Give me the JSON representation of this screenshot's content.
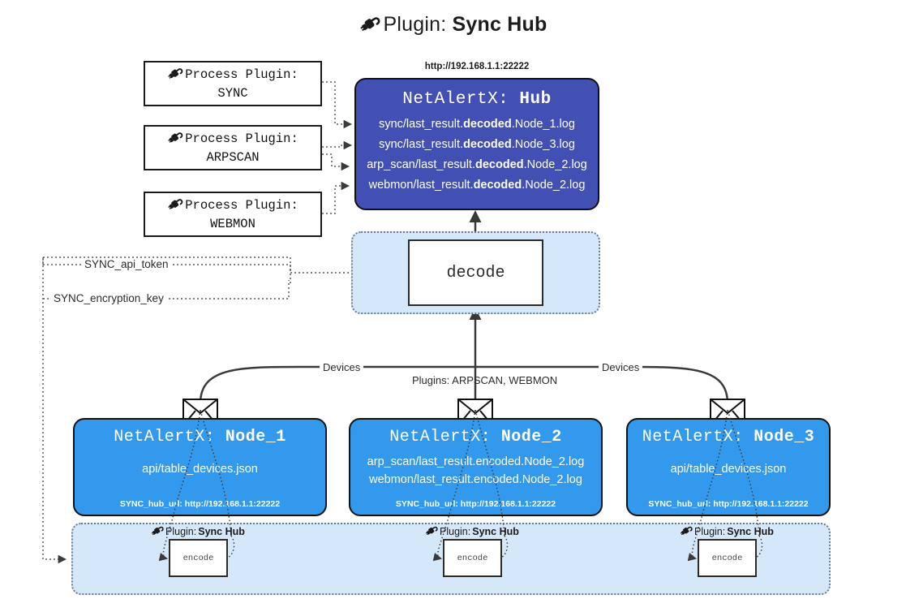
{
  "title": {
    "icon": "plug-icon",
    "prefix": "Plugin:",
    "name": "Sync Hub"
  },
  "process_plugins": [
    {
      "line1": "Process Plugin:",
      "line2": "SYNC",
      "icon": "plug-icon"
    },
    {
      "line1": "Process Plugin:",
      "line2": "ARPSCAN",
      "icon": "plug-icon"
    },
    {
      "line1": "Process Plugin:",
      "line2": "WEBMON",
      "icon": "plug-icon"
    }
  ],
  "hub": {
    "url_label": "http://192.168.1.1:22222",
    "title_prefix": "NetAlertX:",
    "title_name": "Hub",
    "logs": [
      {
        "pre": "sync/last_result.",
        "em": "decoded",
        "post": ".Node_1.log"
      },
      {
        "pre": "sync/last_result.",
        "em": "decoded",
        "post": ".Node_3.log"
      },
      {
        "pre": "arp_scan/last_result.",
        "em": "decoded",
        "post": ".Node_2.log"
      },
      {
        "pre": "webmon/last_result.",
        "em": "decoded",
        "post": ".Node_2.log"
      }
    ]
  },
  "decode": {
    "label": "decode"
  },
  "sync_params": [
    {
      "label": "SYNC_api_token"
    },
    {
      "label": "SYNC_encryption_key"
    }
  ],
  "edge_labels": {
    "devices_left": "Devices",
    "devices_right": "Devices",
    "plugins_center": "Plugins: ARPSCAN, WEBMON"
  },
  "nodes": [
    {
      "title_prefix": "NetAlertX:",
      "title_name": "Node_1",
      "lines": [
        "api/table_devices.json"
      ],
      "hub_url": "SYNC_hub_url: http://192.168.1.1:22222",
      "envelope_icon": "envelope-icon"
    },
    {
      "title_prefix": "NetAlertX:",
      "title_name": "Node_2",
      "lines": [
        "arp_scan/last_result.encoded.Node_2.log",
        "webmon/last_result.encoded.Node_2.log"
      ],
      "hub_url": "SYNC_hub_url: http://192.168.1.1:22222",
      "envelope_icon": "envelope-icon"
    },
    {
      "title_prefix": "NetAlertX:",
      "title_name": "Node_3",
      "lines": [
        "api/table_devices.json"
      ],
      "hub_url": "SYNC_hub_url: http://192.168.1.1:22222",
      "envelope_icon": "envelope-icon"
    }
  ],
  "encoders": [
    {
      "caption_prefix": "Plugin:",
      "caption_name": "Sync Hub",
      "label": "encode",
      "icon": "plug-icon"
    },
    {
      "caption_prefix": "Plugin:",
      "caption_name": "Sync Hub",
      "label": "encode",
      "icon": "plug-icon"
    },
    {
      "caption_prefix": "Plugin:",
      "caption_name": "Sync Hub",
      "label": "encode",
      "icon": "plug-icon"
    }
  ],
  "colors": {
    "hub_blue": "#4250b4",
    "node_blue": "#3399ec",
    "container_light_blue": "#d5e8fa",
    "stroke": "#111111",
    "dotted_stroke": "#6b7b8c"
  }
}
